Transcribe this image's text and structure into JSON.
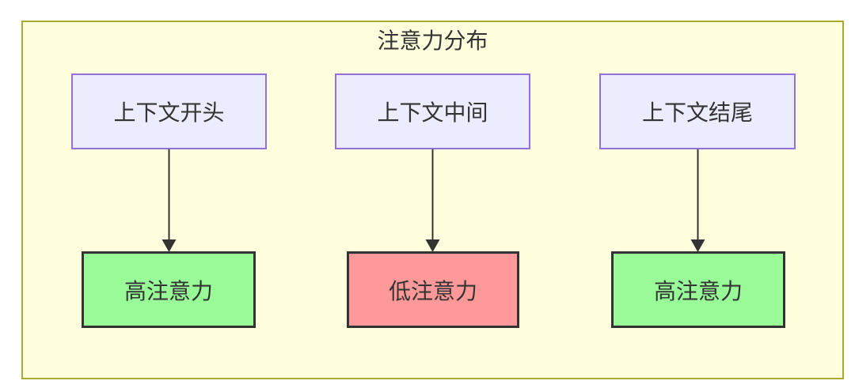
{
  "diagram": {
    "title": "注意力分布",
    "columns": [
      {
        "source_label": "上下文开头",
        "target_label": "高注意力",
        "attention": "high"
      },
      {
        "source_label": "上下文中间",
        "target_label": "低注意力",
        "attention": "low"
      },
      {
        "source_label": "上下文结尾",
        "target_label": "高注意力",
        "attention": "high"
      }
    ],
    "colors": {
      "container_background": "#FFFFDE",
      "container_border": "#AAAA33",
      "source_node_background": "#ECECFF",
      "source_node_border": "#9370DB",
      "high_attention_background": "#98FB98",
      "low_attention_background": "#FF9999",
      "target_node_border": "#333333",
      "text": "#333333",
      "arrow": "#333333"
    }
  }
}
